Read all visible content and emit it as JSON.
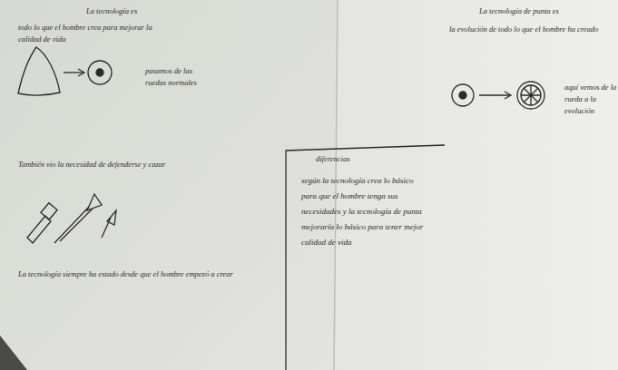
{
  "diagram": {
    "nodes": [
      {
        "text": [
          "diferencias",
          "según la tecnología crea lo básico para que el hombre tenga sus necesidades y la tecnología de punta mejoraría lo básico para tener mejor calidad de vida"
        ]
      }
    ],
    "labels": [
      "La tecnología es",
      "todo lo que el hombre crea para mejorar la calidad de vida",
      "pasamos de las ruedas normales",
      "También vio la necesidad de defenderse y cazar",
      "La tecnología siempre ha estado desde que el hombre empezó a crear",
      "La tecnología de punta es",
      "la evolución de todo lo que el hombre ha creado",
      "aquí vemos de la rueda a la evolución"
    ]
  }
}
